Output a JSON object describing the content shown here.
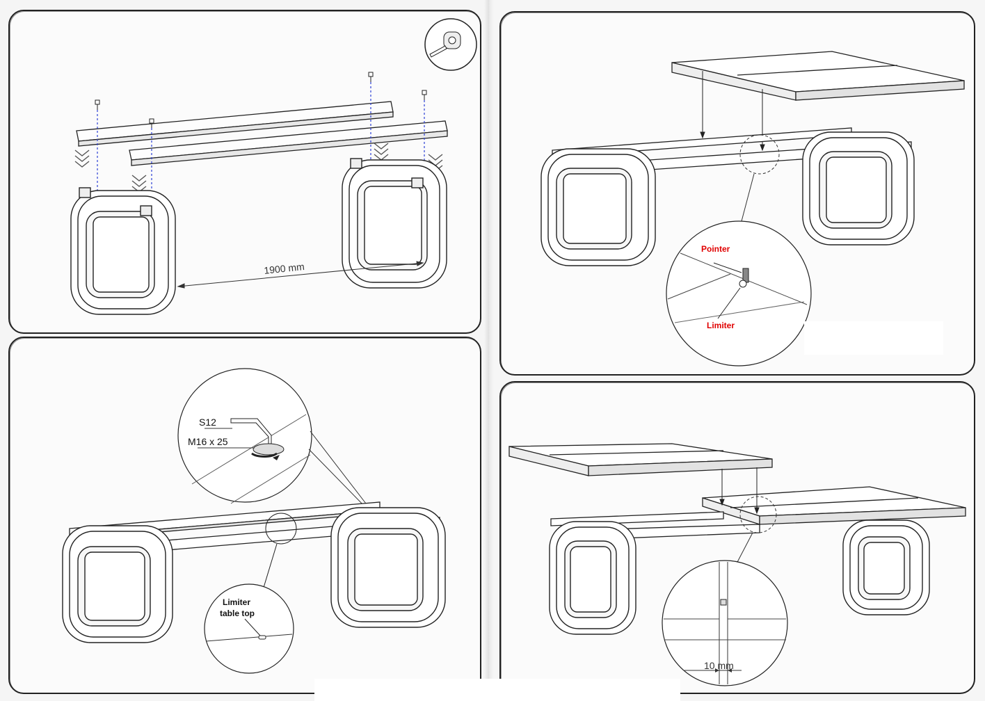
{
  "step1": {
    "distance_label": "1900 mm",
    "tool_icon": "tape-measure-icon"
  },
  "step2": {
    "pointer_label": "Pointer",
    "limiter_label": "Limiter"
  },
  "step3": {
    "key_label": "S12",
    "bolt_label": "M16 x 25",
    "detail_line1": "Limiter",
    "detail_line2": "table top",
    "tool_icon": "hex-key-icon"
  },
  "step4": {
    "gap_label": "10 mm"
  },
  "colors": {
    "line": "#222222",
    "guide": "#2b3fd6",
    "accent": "#e00000",
    "panel": "#fbfbfb"
  }
}
